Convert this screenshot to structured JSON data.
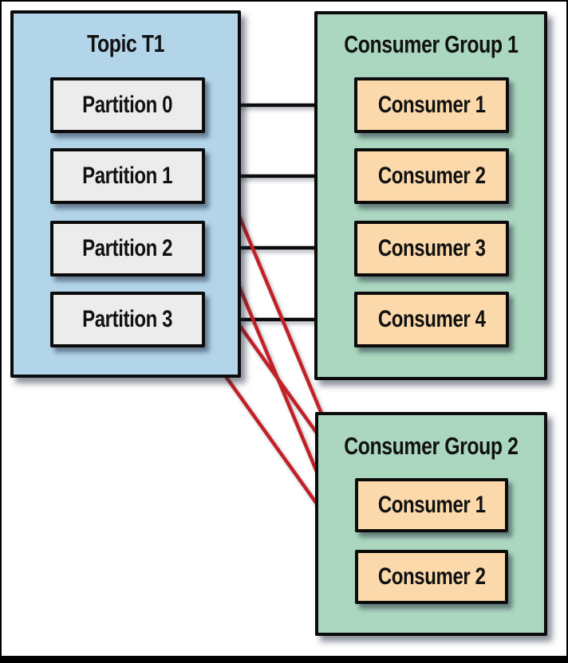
{
  "colors": {
    "topic_fill": "#b3d5ea",
    "group_fill": "#abd6bf",
    "partition_fill": "#ececec",
    "consumer_fill": "#fbd9aa",
    "arrow_black": "#0b0b0b",
    "arrow_red": "#c22127",
    "border": "#0b0b0b",
    "frame": "#000000"
  },
  "topic": {
    "title": "Topic T1",
    "partitions": [
      "Partition 0",
      "Partition 1",
      "Partition 2",
      "Partition 3"
    ]
  },
  "group1": {
    "title": "Consumer Group 1",
    "consumers": [
      "Consumer 1",
      "Consumer 2",
      "Consumer 3",
      "Consumer 4"
    ]
  },
  "group2": {
    "title": "Consumer Group 2",
    "consumers": [
      "Consumer 1",
      "Consumer 2"
    ]
  },
  "edges": {
    "black": [
      {
        "from": "Partition 0",
        "to": "Consumer Group 1 / Consumer 1"
      },
      {
        "from": "Partition 1",
        "to": "Consumer Group 1 / Consumer 2"
      },
      {
        "from": "Partition 2",
        "to": "Consumer Group 1 / Consumer 3"
      },
      {
        "from": "Partition 3",
        "to": "Consumer Group 1 / Consumer 4"
      }
    ],
    "red": [
      {
        "from": "Partition 0",
        "to": "Consumer Group 2 / Consumer 1"
      },
      {
        "from": "Partition 2",
        "to": "Consumer Group 2 / Consumer 1"
      },
      {
        "from": "Partition 1",
        "to": "Consumer Group 2 / Consumer 2"
      },
      {
        "from": "Partition 3",
        "to": "Consumer Group 2 / Consumer 2"
      }
    ]
  }
}
